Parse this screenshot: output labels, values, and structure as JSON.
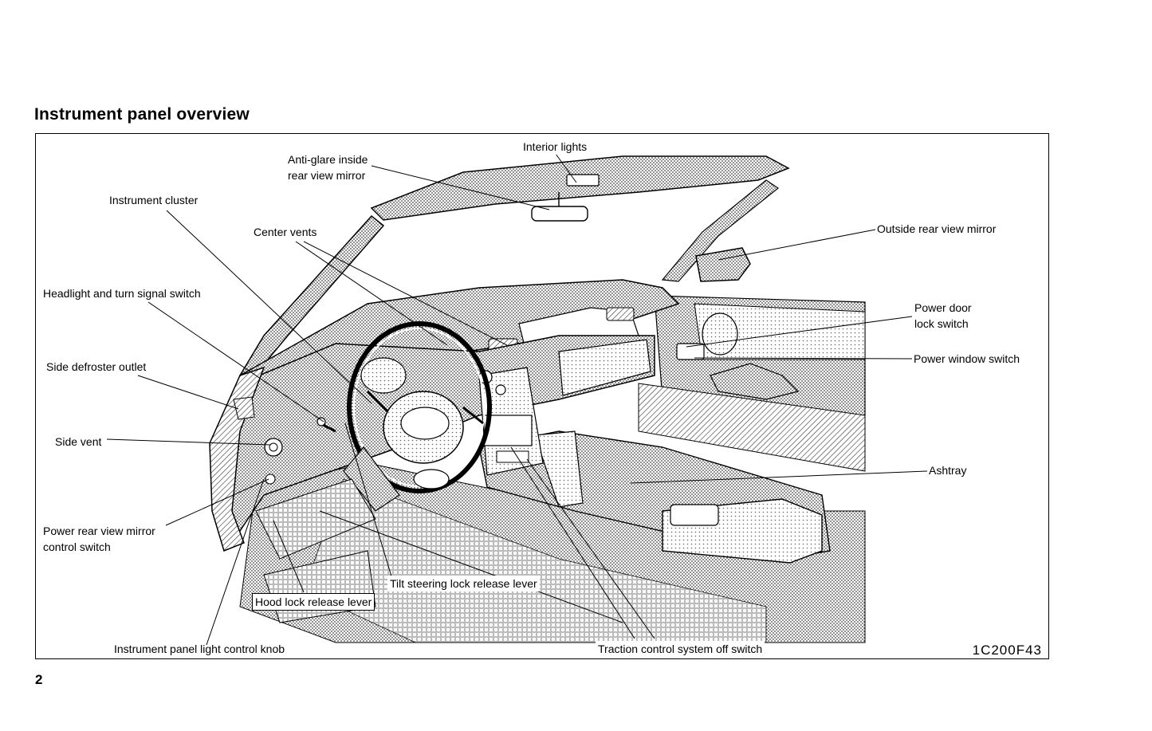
{
  "page": {
    "title": "Instrument panel overview",
    "page_number": "2",
    "figure_code": "1C200F43"
  },
  "labels": {
    "interior_lights": "Interior lights",
    "anti_glare_mirror": "Anti-glare inside\nrear view mirror",
    "instrument_cluster": "Instrument cluster",
    "center_vents": "Center vents",
    "outside_mirror": "Outside rear view mirror",
    "headlight_switch": "Headlight and turn signal switch",
    "power_door_lock": "Power door\nlock switch",
    "power_window": "Power window switch",
    "side_defroster": "Side defroster outlet",
    "side_vent": "Side vent",
    "ashtray": "Ashtray",
    "power_mirror_switch": "Power rear view mirror\ncontrol switch",
    "tilt_steering": "Tilt steering lock release lever",
    "hood_lock": "Hood lock release lever",
    "panel_light_knob": "Instrument panel light control knob",
    "traction_control": "Traction control system off switch"
  }
}
